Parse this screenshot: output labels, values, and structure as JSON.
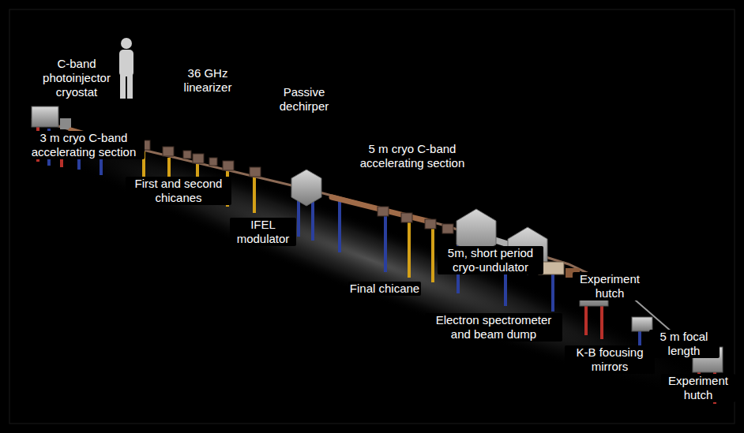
{
  "diagram": {
    "labels": [
      "C-band photoinjector cryostat",
      "36 GHz linearizer",
      "3 m cryo C-band accelerating section",
      "First and second chicanes",
      "Passive dechirper",
      "5 m cryo C-band accelerating section",
      "IFEL modulator",
      "5m, short period cryo-undulator",
      "Experiment hutch",
      "Final chicane",
      "Electron spectrometer and beam dump",
      "5 m focal length",
      "K-B focusing mirrors",
      "Experiment hutch"
    ]
  }
}
